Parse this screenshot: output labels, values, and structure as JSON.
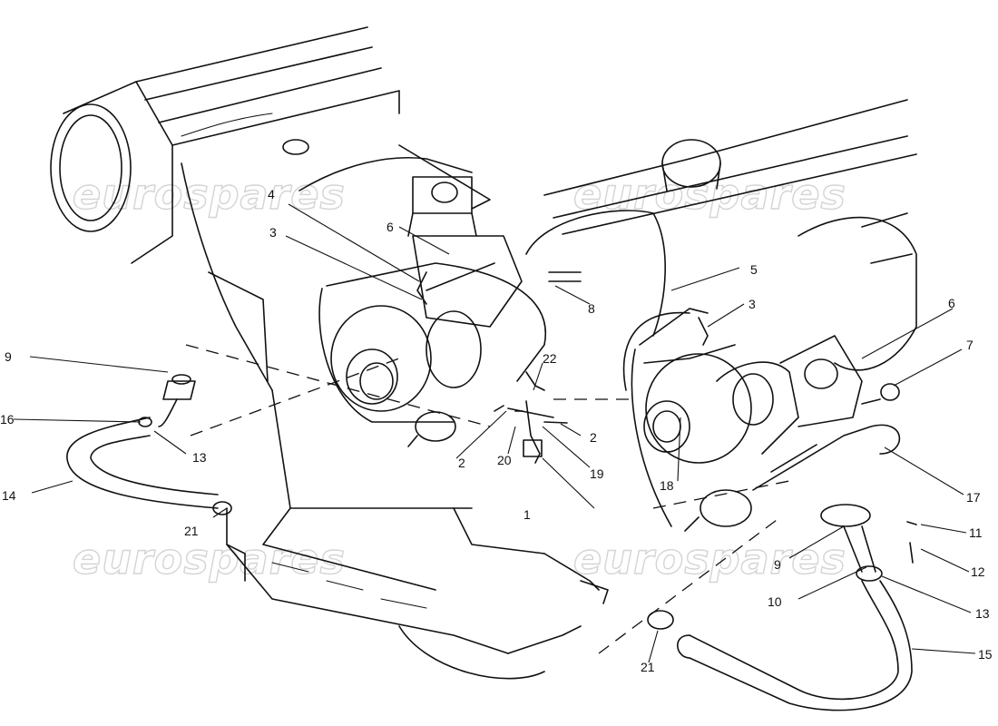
{
  "watermark": {
    "text": "eurospares"
  },
  "callouts": [
    "1",
    "2",
    "2",
    "3",
    "3",
    "4",
    "5",
    "6",
    "6",
    "7",
    "8",
    "9",
    "9",
    "10",
    "11",
    "12",
    "13",
    "13",
    "14",
    "15",
    "16",
    "17",
    "18",
    "19",
    "20",
    "21",
    "21",
    "22"
  ]
}
